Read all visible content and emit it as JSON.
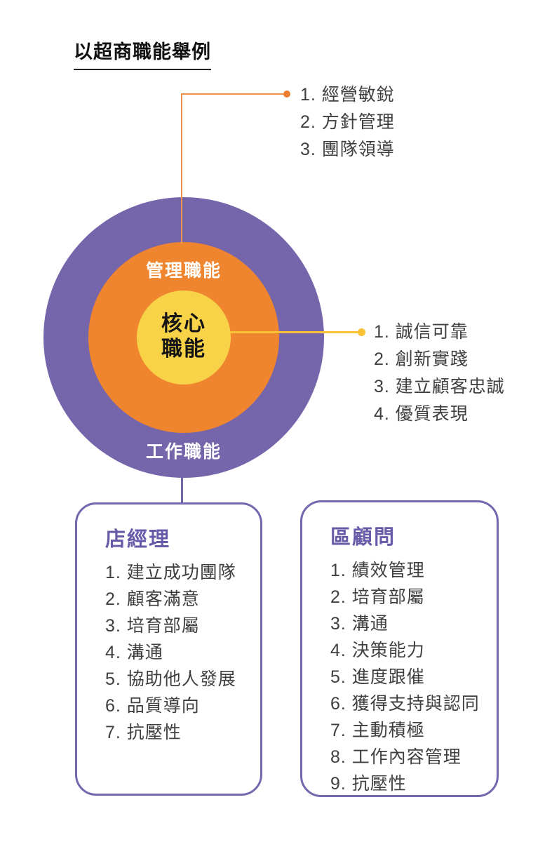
{
  "title": "以超商職能舉例",
  "diagram": {
    "outer_label": "工作職能",
    "middle_label": "管理職能",
    "inner_label_line1": "核心",
    "inner_label_line2": "職能"
  },
  "management_list": {
    "items": [
      "1. 經營敏銳",
      "2. 方針管理",
      "3. 團隊領導"
    ]
  },
  "core_list": {
    "items": [
      "1. 誠信可靠",
      "2. 創新實踐",
      "3. 建立顧客忠誠",
      "4. 優質表現"
    ]
  },
  "boxes": [
    {
      "title": "店經理",
      "items": [
        "1. 建立成功團隊",
        "2. 顧客滿意",
        "3. 培育部屬",
        "4. 溝通",
        "5. 協助他人發展",
        "6. 品質導向",
        "7. 抗壓性"
      ]
    },
    {
      "title": "區顧問",
      "items": [
        "1. 績效管理",
        "2. 培育部屬",
        "3. 溝通",
        "4. 決策能力",
        "5. 進度跟催",
        "6. 獲得支持與認同",
        "7. 主動積極",
        "8. 工作內容管理",
        "9. 抗壓性"
      ]
    }
  ],
  "colors": {
    "outer_ring": "#7565ab",
    "middle_ring": "#f0852f",
    "inner_circle": "#f8d348",
    "box_border": "#7467ae",
    "box_title_text": "#685aa8",
    "top_connector_line": "#f0914e",
    "top_connector_dot": "#ed7d31",
    "right_connector_line": "#f9c237",
    "bottom_connector_line": "#7565ab",
    "list_text": "#3f3f3f"
  }
}
